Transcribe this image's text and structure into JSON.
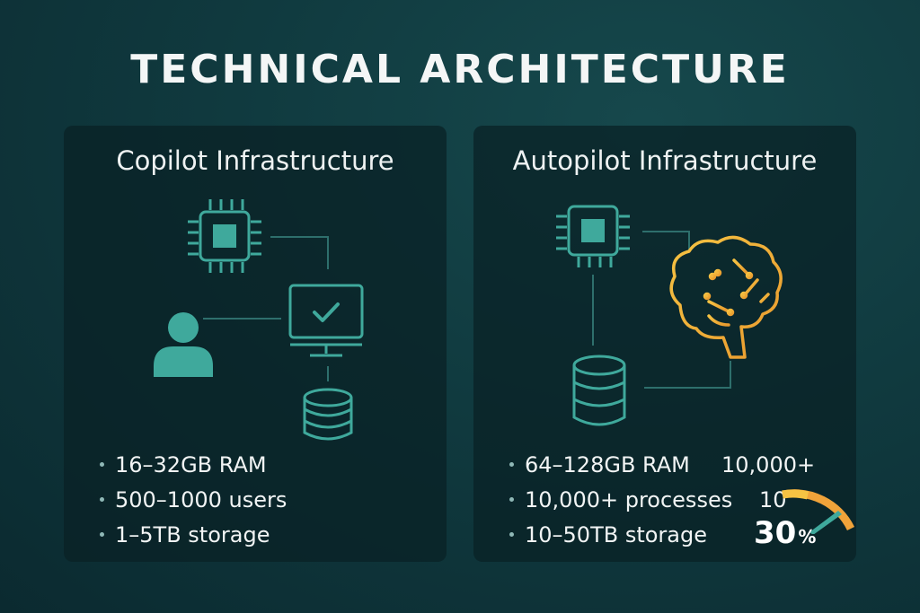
{
  "title": "TECHNICAL ARCHITECTURE",
  "colors": {
    "accent_teal": "#3fa99c",
    "accent_orange": "#f0a33a",
    "accent_yellow": "#f6c343"
  },
  "copilot": {
    "title": "Copilot Infrastructure",
    "icons": [
      "cpu-chip-icon",
      "monitor-check-icon",
      "user-icon",
      "database-icon"
    ],
    "specs": [
      "16–32GB RAM",
      "500–1000 users",
      "1–5TB storage"
    ]
  },
  "autopilot": {
    "title": "Autopilot Infrastructure",
    "icons": [
      "cpu-chip-icon",
      "ai-brain-icon",
      "database-icon",
      "gauge-icon"
    ],
    "specs": [
      "64–128GB RAM",
      "10,000+ processes",
      "10–50TB storage"
    ],
    "stats": {
      "top": "10,000+",
      "gauge_label": "10",
      "percent_value": "30",
      "percent_sign": "%"
    }
  }
}
